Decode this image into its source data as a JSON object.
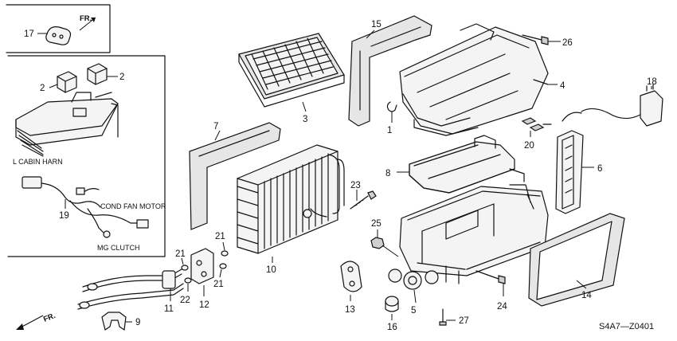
{
  "callouts": {
    "c1": "1",
    "c2a": "2",
    "c2b": "2",
    "c3": "3",
    "c4": "4",
    "c5": "5",
    "c6": "6",
    "c7": "7",
    "c8": "8",
    "c9": "9",
    "c10": "10",
    "c11": "11",
    "c12": "12",
    "c13": "13",
    "c14": "14",
    "c15": "15",
    "c16": "16",
    "c17": "17",
    "c18": "18",
    "c19": "19",
    "c20": "20",
    "c21a": "21",
    "c21b": "21",
    "c21c": "21",
    "c22": "22",
    "c23": "23",
    "c24": "24",
    "c25": "25",
    "c26": "26",
    "c27": "27"
  },
  "labels": {
    "cabin_harn": "L CABIN HARN",
    "cond_fan_motor": "COND FAN MOTOR",
    "mg_clutch": "MG CLUTCH",
    "front_top": "FR.",
    "front_bottom": "FR."
  },
  "diagram_code": "S4A7—Z0401"
}
